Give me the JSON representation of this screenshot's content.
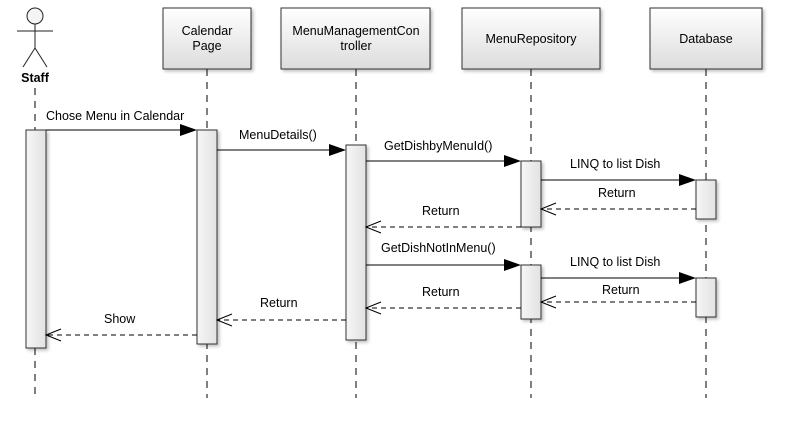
{
  "actor": {
    "label": "Staff"
  },
  "participants": [
    {
      "id": "calendar",
      "lines": [
        "Calendar",
        "Page"
      ]
    },
    {
      "id": "controller",
      "lines": [
        "MenuManagementCon",
        "troller"
      ]
    },
    {
      "id": "repository",
      "lines": [
        "MenuRepository"
      ]
    },
    {
      "id": "database",
      "lines": [
        "Database"
      ]
    }
  ],
  "messages": [
    {
      "id": "chose-menu",
      "label": "Chose Menu in Calendar",
      "from": "staff",
      "to": "calendar",
      "kind": "call"
    },
    {
      "id": "menu-details",
      "label": "MenuDetails()",
      "from": "calendar",
      "to": "controller",
      "kind": "call"
    },
    {
      "id": "get-dish-by-menu-id",
      "label": "GetDishbyMenuId()",
      "from": "controller",
      "to": "repository",
      "kind": "call"
    },
    {
      "id": "linq-list-dish-1",
      "label": "LINQ to list Dish",
      "from": "repository",
      "to": "database",
      "kind": "call"
    },
    {
      "id": "return-db-1",
      "label": "Return",
      "from": "database",
      "to": "repository",
      "kind": "return"
    },
    {
      "id": "return-repo-1",
      "label": "Return",
      "from": "repository",
      "to": "controller",
      "kind": "return"
    },
    {
      "id": "get-dish-not-in-menu",
      "label": "GetDishNotInMenu()",
      "from": "controller",
      "to": "repository",
      "kind": "call"
    },
    {
      "id": "linq-list-dish-2",
      "label": "LINQ to list Dish",
      "from": "repository",
      "to": "database",
      "kind": "call"
    },
    {
      "id": "return-db-2",
      "label": "Return",
      "from": "database",
      "to": "repository",
      "kind": "return"
    },
    {
      "id": "return-repo-2",
      "label": "Return",
      "from": "repository",
      "to": "controller",
      "kind": "return"
    },
    {
      "id": "return-controller",
      "label": "Return",
      "from": "controller",
      "to": "calendar",
      "kind": "return"
    },
    {
      "id": "show",
      "label": "Show",
      "from": "calendar",
      "to": "staff",
      "kind": "return"
    }
  ],
  "colors": {
    "box_fill_top": "#ffffff",
    "box_fill_bottom": "#dcdcdc",
    "box_stroke": "#333333",
    "lifeline": "#000000",
    "activation_fill": "#ececec"
  }
}
